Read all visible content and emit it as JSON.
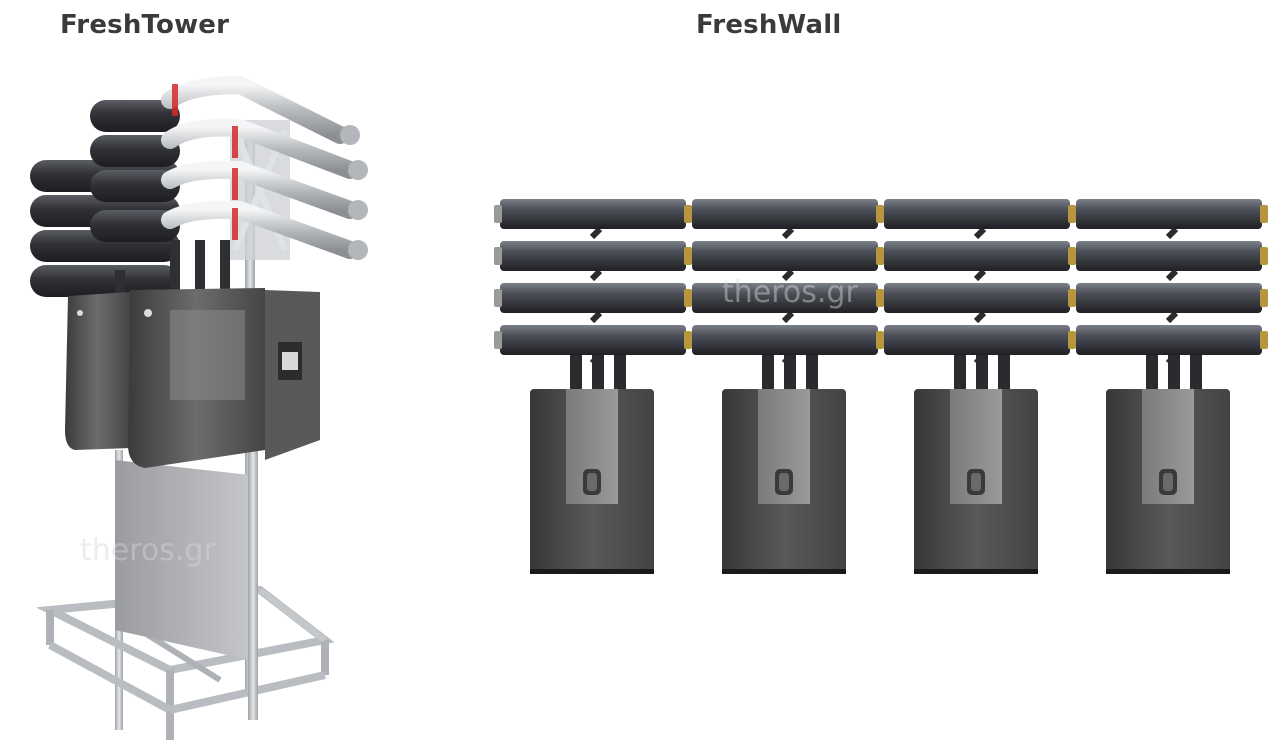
{
  "headings": {
    "left": "FreshTower",
    "right": "FreshWall"
  },
  "watermark": "theros.gr",
  "colors": {
    "heading": "#3a3a3a",
    "insulation": "#3b3d42",
    "steel": "#c9ccd0",
    "unit_dark": "#4a4849",
    "unit_panel": "#8a8a8a",
    "brass": "#b8963f",
    "red_ring": "#d22a2a"
  },
  "freshwall": {
    "module_count": 4,
    "pipes_per_module": 4
  },
  "freshtower": {
    "unit_count": 2,
    "pipe_rows": 4
  }
}
